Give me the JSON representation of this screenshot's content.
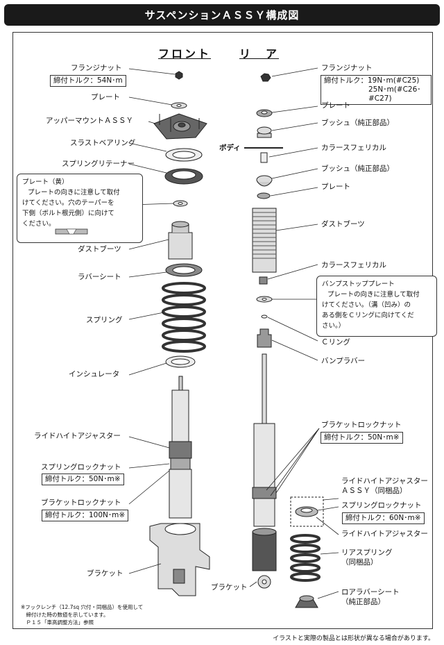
{
  "title": "サスペンションＡＳＳＹ構成図",
  "headers": {
    "front": "フロント",
    "rear": "リ　ア"
  },
  "front": {
    "flange_nut": "フランジナット",
    "flange_torque": "締付トルク：54N･m",
    "plate": "プレート",
    "upper_mount": "アッパーマウントＡＳＳＹ",
    "thrust_bearing": "スラストベアリング",
    "spring_retainer": "スプリングリテーナー",
    "note_title": "プレート（黄）",
    "note_body": [
      "プレートの向きに注意して取付",
      "けてください。穴のテーパーを",
      "下側（ボルト根元側）に向けて",
      "ください。"
    ],
    "dust_boot": "ダストブーツ",
    "rubber_seat": "ラバーシート",
    "spring": "スプリング",
    "insulator": "インシュレータ",
    "ride_height": "ライドハイトアジャスター",
    "spring_lock": "スプリングロックナット",
    "spring_lock_torque": "締付トルク：50N･m※",
    "bracket_lock": "ブラケットロックナット",
    "bracket_lock_torque": "締付トルク：100N･m※",
    "bracket": "ブラケット",
    "footnote": [
      "※フックレンチ（12.7sq 穴付・同梱品）を使用して",
      "　締付けた時の数値を示しています。",
      "　Ｐ１５「車高調整方法」参照"
    ]
  },
  "rear": {
    "flange_nut": "フランジナット",
    "flange_torque": [
      "締付トルク：19N･m(#C25)",
      "25N･m(#C26･#C27)"
    ],
    "plate": "プレート",
    "bush": "ブッシュ（純正部品）",
    "body": "ボディ",
    "collar": "カラースフェリカル",
    "bush2": "ブッシュ（純正部品）",
    "plate2": "プレート",
    "dust_boot": "ダストブーツ",
    "collar2": "カラースフェリカル",
    "note_title": "バンプストッププレート",
    "note_body": [
      "プレートの向きに注意して取付",
      "けてください。（溝（凹み）の",
      "ある側をＣリングに向けてくだ",
      "さい。）"
    ],
    "c_ring": "Ｃリング",
    "bump_rubber": "バンプラバー",
    "bracket_lock": "ブラケットロックナット",
    "bracket_lock_torque": "締付トルク：50N･m※",
    "ride_height_assy": [
      "ライドハイトアジャスター",
      "ＡＳＳＹ（同梱品）"
    ],
    "spring_lock": "スプリングロックナット",
    "spring_lock_torque": "締付トルク：60N･m※",
    "ride_height": "ライドハイトアジャスター",
    "rear_spring": [
      "リアスプリング",
      "（同梱品）"
    ],
    "bracket": "ブラケット",
    "lower_rubber": [
      "ロアラバーシート",
      "（純正部品）"
    ]
  },
  "disclaimer": "イラストと実際の製品とは形状が異なる場合があります。"
}
